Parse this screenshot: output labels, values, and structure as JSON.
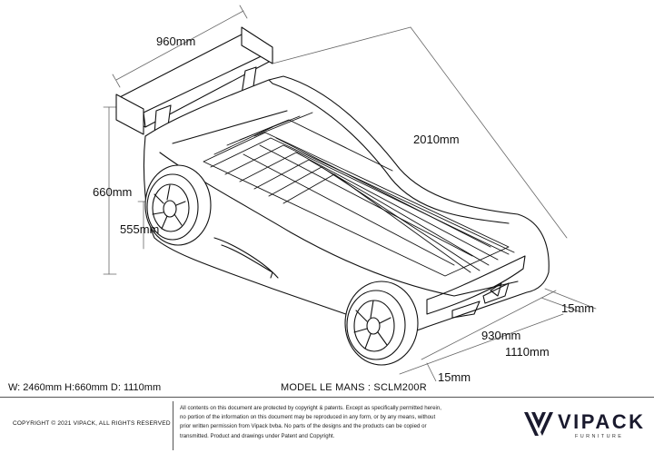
{
  "dimensions": {
    "spoiler_width": "960mm",
    "length": "2010mm",
    "height_total": "660mm",
    "height_side": "555mm",
    "front_thickness": "15mm",
    "inner_width": "930mm",
    "outer_width": "1110mm",
    "bottom_thickness": "15mm"
  },
  "footer": {
    "overall": "W: 2460mm H:660mm D: 1110mm",
    "model": "MODEL LE MANS : SCLM200R",
    "copyright": "COPYRIGHT  © 2021 VIPACK, ALL RIGHTS RESERVED",
    "legal": [
      "All contents on this document are protected by copyright & patents. Except as specifically permitted herein,",
      "no portion of the information on this document may be reproduced in any form, or by any means, without",
      "prior written permission from Vipack bvba. No parts of the designs and the products can be copied or",
      "transmitted. Product and drawings under Patent and Copyright."
    ]
  },
  "logo": {
    "word": "VIPACK",
    "sub": "FURNITURE",
    "icon": "vipack-v-logo-icon"
  }
}
